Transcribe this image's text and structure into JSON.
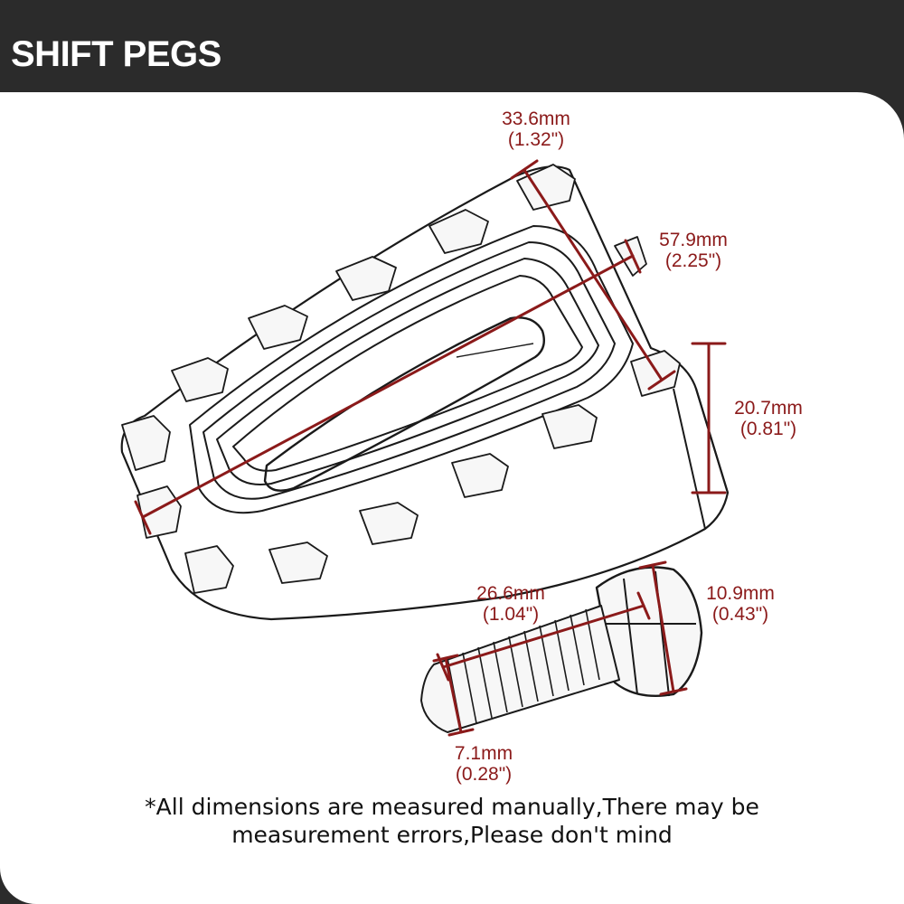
{
  "header": {
    "title": "SHIFT PEGS"
  },
  "colors": {
    "background": "#2b2b2b",
    "panel": "#ffffff",
    "dimension": "#8b1a1a",
    "outline": "#1a1a1a"
  },
  "dimensions": {
    "peg_width": {
      "metric": "33.6mm",
      "imperial": "(1.32\")"
    },
    "peg_length": {
      "metric": "57.9mm",
      "imperial": "(2.25\")"
    },
    "peg_height": {
      "metric": "20.7mm",
      "imperial": "(0.81\")"
    },
    "bolt_length": {
      "metric": "26.6mm",
      "imperial": "(1.04\")"
    },
    "bolt_head": {
      "metric": "10.9mm",
      "imperial": "(0.43\")"
    },
    "bolt_thread": {
      "metric": "7.1mm",
      "imperial": "(0.28\")"
    }
  },
  "note": {
    "line1": "*All dimensions are measured manually,There may be",
    "line2": "measurement errors,Please don't mind"
  }
}
